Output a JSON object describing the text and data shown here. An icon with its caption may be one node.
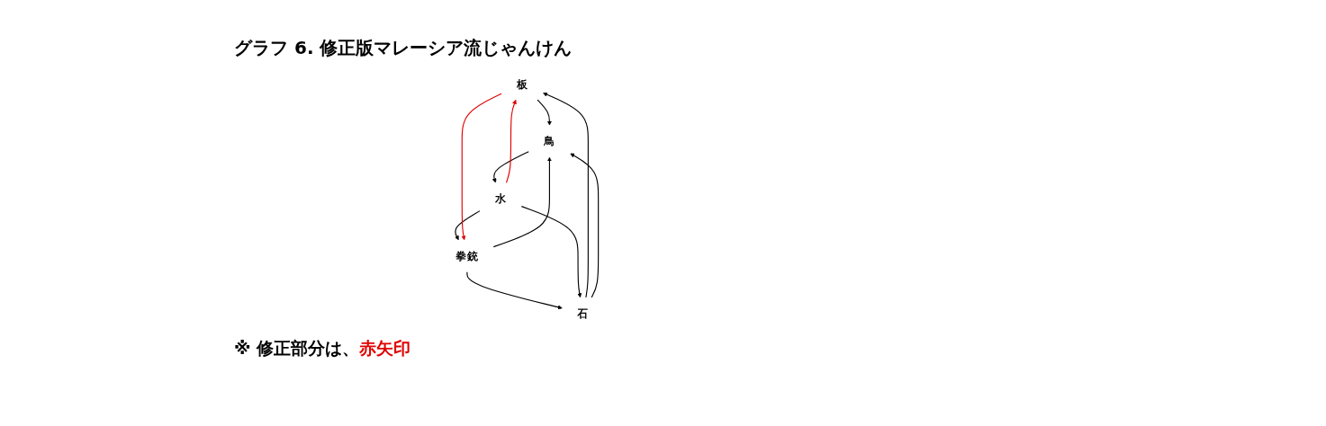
{
  "diagram": {
    "title": "グラフ 6.  修正版マレーシア流じゃんけん",
    "nodes": [
      {
        "text": [
          "板"
        ]
      },
      {
        "text": [
          "石"
        ]
      },
      {
        "text": [
          "鳥"
        ]
      },
      {
        "text": [
          "拳銃"
        ]
      },
      {
        "text": [
          "水"
        ]
      }
    ],
    "edges": [
      {
        "from": 1,
        "to": 0,
        "arrow": "to"
      },
      {
        "from": 0,
        "to": 2,
        "arrow": "to"
      },
      {
        "from": 2,
        "to": 4,
        "arrow": "to"
      },
      {
        "from": 4,
        "to": 3,
        "arrow": "to"
      },
      {
        "from": 3,
        "to": 1,
        "arrow": "to"
      },
      {
        "from": 1,
        "to": 2,
        "arrow": "to"
      },
      {
        "from": 4,
        "to": 1,
        "arrow": "to"
      },
      {
        "from": 3,
        "to": 2,
        "arrow": "to"
      },
      {
        "from": 0,
        "to": 3,
        "arrow": "to",
        "color": "#e00000"
      },
      {
        "from": 4,
        "to": 0,
        "arrow": "to",
        "color": "#e00000"
      }
    ],
    "labels": [
      "※ 修正部分は、",
      "赤矢印"
    ]
  }
}
